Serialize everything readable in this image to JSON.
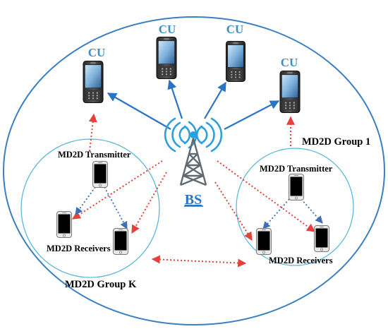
{
  "labels": {
    "cu": "CU",
    "bs": "BS",
    "group_1": "MD2D Group 1",
    "group_k": "MD2D Group K",
    "transmitter": "MD2D Transmitter",
    "receivers": "MD2D Receivers"
  },
  "colors": {
    "cell_border": "#3a7fc0",
    "cluster_border": "#5bb8d8",
    "cu_link": "#2a74c4",
    "interference": "#e3413b",
    "d2d_link": "#3f6fb8",
    "bs_label": "#2a74c4",
    "cu_label": "#3a8fc9",
    "tower": "#5f6a72",
    "signal": "#2aa0dd"
  },
  "icons": {
    "phone": "phone-icon",
    "tower": "tower-icon"
  }
}
